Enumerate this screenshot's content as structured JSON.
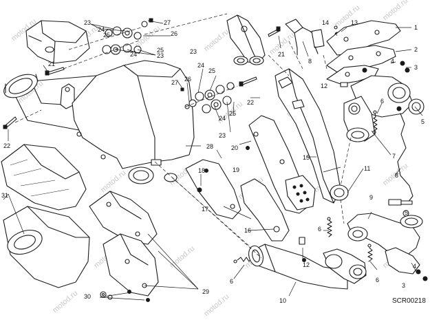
{
  "diagram": {
    "drawing_code": "SCR00218",
    "watermark": "motod.ru",
    "callouts": [
      "1",
      "2",
      "3",
      "4",
      "5",
      "6",
      "7",
      "8",
      "9",
      "10",
      "11",
      "12",
      "13",
      "14",
      "15",
      "16",
      "17",
      "18",
      "19",
      "20",
      "21",
      "22",
      "23",
      "24",
      "25",
      "26",
      "27",
      "28",
      "29",
      "30",
      "31"
    ]
  }
}
